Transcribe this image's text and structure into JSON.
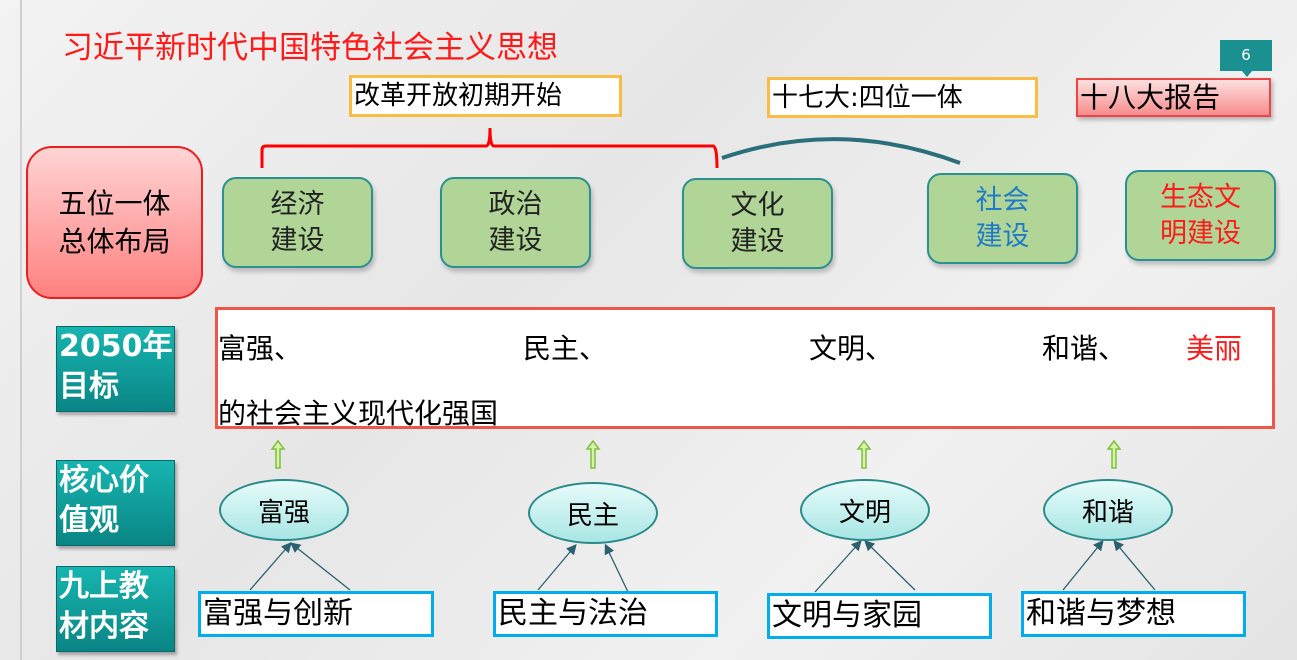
{
  "title": "习近平新时代中国特色社会主义思想",
  "slide_number": "6",
  "notes": {
    "reform": "改革开放初期开始",
    "seventeenth": "十七大:四位一体",
    "eighteenth": "十八大报告"
  },
  "layout_box": {
    "line1": "五位一体",
    "line2": "总体布局"
  },
  "constructions": [
    {
      "line1": "经济",
      "line2": "建设",
      "color": "#222222"
    },
    {
      "line1": "政治",
      "line2": "建设",
      "color": "#222222"
    },
    {
      "line1": "文化",
      "line2": "建设",
      "color": "#222222"
    },
    {
      "line1": "社会",
      "line2": "建设",
      "color": "#1f7ac8"
    },
    {
      "line1": "生态文",
      "line2": "明建设",
      "color": "#ff1a1a"
    }
  ],
  "labels": {
    "goal": "2050年目标",
    "values": "核心价值观",
    "textbook": "九上教材内容"
  },
  "goal": {
    "items": [
      "富强、",
      "民主、",
      "文明、",
      "和谐、",
      "美丽"
    ],
    "suffix": "的社会主义现代化强国"
  },
  "core_values": [
    "富强",
    "民主",
    "文明",
    "和谐"
  ],
  "textbook_units": [
    "富强与创新",
    "民主与法治",
    "文明与家园",
    "和谐与梦想"
  ]
}
